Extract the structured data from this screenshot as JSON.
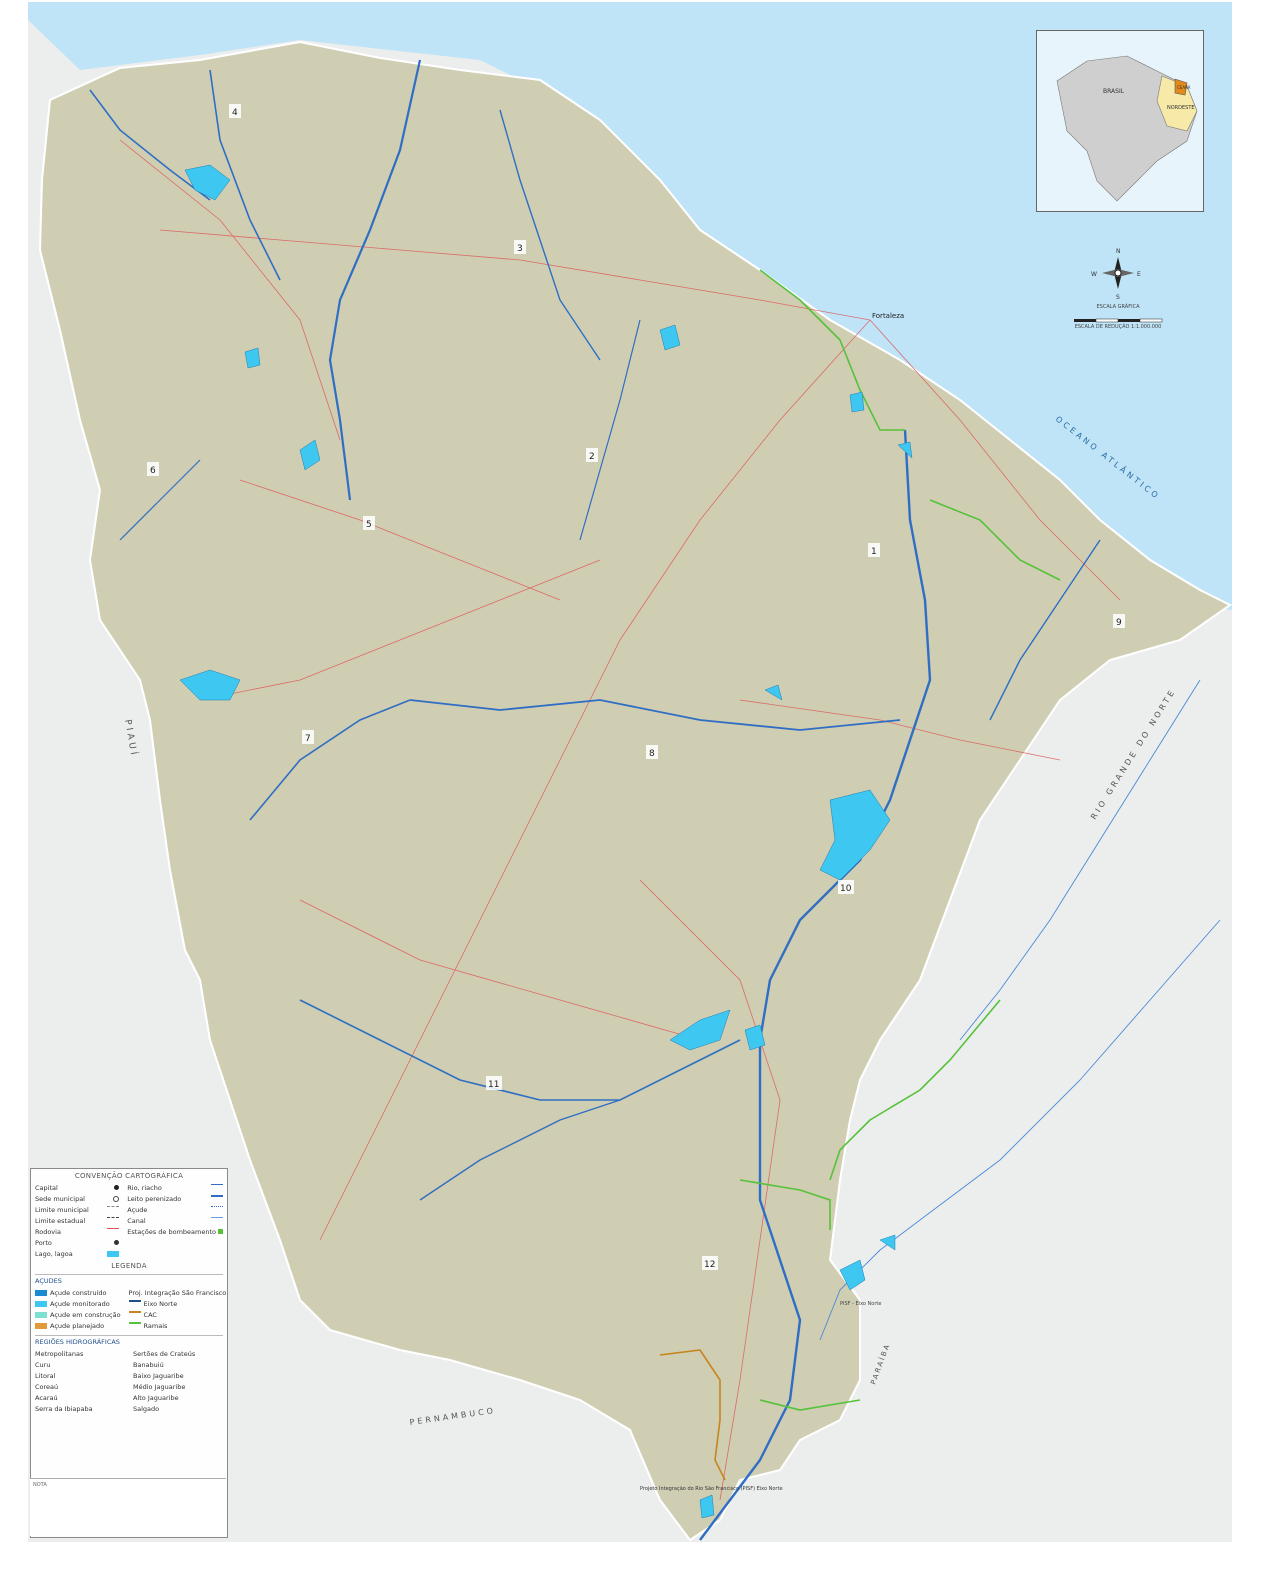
{
  "colors": {
    "ocean": "#bfe3f7",
    "land_outside": "#eceeee",
    "river": "#2f6ec4",
    "reservoir": "#3ec7f0",
    "road": "#e05252",
    "canal_green": "#56c23a",
    "canal_orange": "#c7861b",
    "basin_1": "#d8d6a7",
    "basin_2": "#c9a7a0",
    "basin_3": "#b6c8a5",
    "basin_4": "#c8d2a0",
    "basin_5": "#c5d2dc",
    "basin_6": "#d6b5cf",
    "basin_7": "#dedcb0",
    "basin_8": "#c9d4ee",
    "basin_9": "#dcb2db",
    "basin_10": "#b9d7cf",
    "basin_11": "#c9aea7",
    "basin_12": "#d6d3a4"
  },
  "region_numbers": [
    "1",
    "2",
    "3",
    "4",
    "5",
    "6",
    "7",
    "8",
    "9",
    "10",
    "11",
    "12"
  ],
  "place_labels": {
    "capital": "Fortaleza",
    "state_piaui": "PIAUÍ",
    "state_rgn": "RIO GRANDE DO NORTE",
    "state_pe": "PERNAMBUCO",
    "state_pb": "PARAÍBA",
    "ocean": "OCEANO ATLÂNTICO",
    "pisf_label": "Projeto Integração do Rio São Francisco (PISF) Eixo Norte",
    "pisf_eixo_norte": "PISF - Eixo Norte"
  },
  "inset": {
    "brasil": "BRASIL",
    "nordeste": "NORDESTE",
    "ceara": "CEARÁ"
  },
  "compass": {
    "n": "N",
    "s": "S",
    "e": "E",
    "w": "W"
  },
  "scale": {
    "title": "ESCALA GRÁFICA",
    "ratio": "ESCALA DE REDUÇÃO 1:1.000.000"
  },
  "legend": {
    "title": "CONVENÇÃO CARTOGRÁFICA",
    "left_items": [
      "Capital",
      "Sede municipal",
      "Limite municipal",
      "Limite estadual",
      "Rodovia",
      "Porto",
      "Lago, lagoa"
    ],
    "right_items": [
      "Rio, riacho",
      "Leito perenizado",
      "Açude",
      "Canal",
      "Estações de bombeamento"
    ],
    "subtitle": "LEGENDA",
    "acudes_title": "AÇUDES",
    "acudes_items": [
      "Açude construído",
      "Açude monitorado",
      "Açude em construção",
      "Açude planejado"
    ],
    "pisf_items": [
      "Proj. Integração São Francisco PISF",
      "Eixo Norte",
      "CAC",
      "Ramais"
    ],
    "regions_title": "REGIÕES HIDROGRÁFICAS",
    "regions_left": [
      "Metropolitanas",
      "Curu",
      "Litoral",
      "Coreaú",
      "Acaraú",
      "Serra da Ibiapaba"
    ],
    "regions_right": [
      "Sertões de Crateús",
      "Banabuiú",
      "Baixo Jaguaribe",
      "Médio Jaguaribe",
      "Alto Jaguaribe",
      "Salgado"
    ]
  },
  "note_title": "NOTA"
}
